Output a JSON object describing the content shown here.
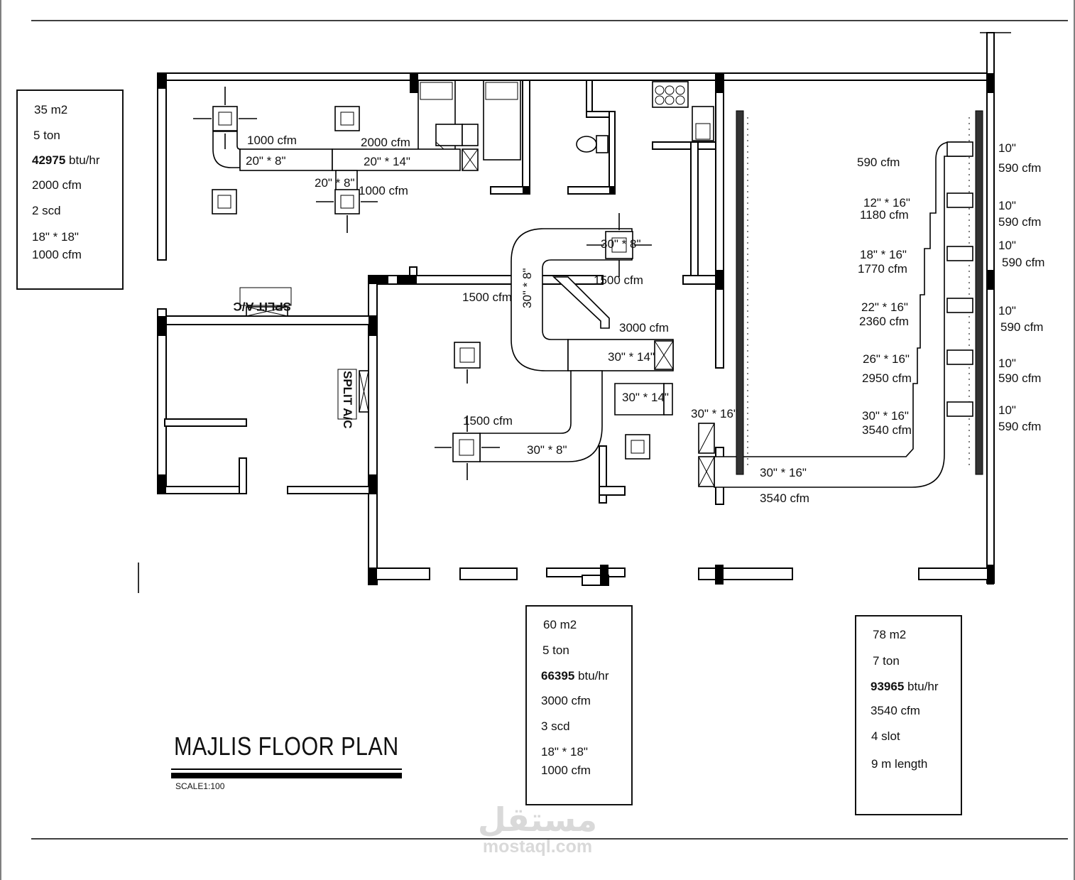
{
  "drawing": {
    "title": "MAJLIS FLOOR PLAN",
    "scale": "SCALE1:100"
  },
  "rooms": [
    {
      "area": "35 m2",
      "tonnage": "5 ton",
      "load_value": "42975",
      "load_unit": "btu/hr",
      "airflow": "2000 cfm",
      "diffusers": "2 scd",
      "diffuser_size": "18\" * 18\"",
      "diffuser_cfm": "1000 cfm"
    },
    {
      "area": "60 m2",
      "tonnage": "5 ton",
      "load_value": "66395",
      "load_unit": "btu/hr",
      "airflow": "3000 cfm",
      "diffusers": "3 scd",
      "diffuser_size": "18\" * 18\"",
      "diffuser_cfm": "1000 cfm"
    },
    {
      "area": "78 m2",
      "tonnage": "7 ton",
      "load_value": "93965",
      "load_unit": "btu/hr",
      "airflow": "3540 cfm",
      "diffusers": "4 slot",
      "length": "9 m length"
    }
  ],
  "plan_labels": {
    "r1_cfm_a": "1000 cfm",
    "r1_cfm_b": "2000 cfm",
    "r1_duct_a": "20\" * 8\"",
    "r1_duct_b": "20\" * 14\"",
    "r1_duct_c": "20\" * 8\"",
    "r1_cfm_c": "1000 cfm",
    "split_top": "SPLIT A/C",
    "split_side": "SPLIT A/C",
    "r2_duct_top": "30\" * 8\"",
    "r2_cfm_top": "1500 cfm",
    "r2_duct_vert": "30\" * 8\"",
    "r2_cfm_left": "1500 cfm",
    "r2_cfm_main": "3000 cfm",
    "r2_duct_main": "30\" * 14\"",
    "r2_duct_main2": "30\" * 14\"",
    "r2_cfm_low": "1500 cfm",
    "r2_duct_low": "30\" * 8\"",
    "r3_cfm_top": "590 cfm",
    "r3_s1_size": "12\" * 16\"",
    "r3_s1_cfm": "1180 cfm",
    "r3_s2_size": "18\" * 16\"",
    "r3_s2_cfm": "1770 cfm",
    "r3_s3_size": "22\" * 16\"",
    "r3_s3_cfm": "2360 cfm",
    "r3_s4_size": "26\" * 16\"",
    "r3_s4_cfm": "2950 cfm",
    "r3_s5_size": "30\" * 16\"",
    "r3_s5_cfm": "3540 cfm",
    "r3_unit_size": "30\" * 16\"",
    "r3_main_size": "30\" * 16\"",
    "r3_main_cfm": "3540 cfm"
  },
  "outlets": [
    {
      "size": "10\"",
      "cfm": "590 cfm"
    },
    {
      "size": "10\"",
      "cfm": "590 cfm"
    },
    {
      "size": "10\"",
      "cfm": "590 cfm"
    },
    {
      "size": "10\"",
      "cfm": "590 cfm"
    },
    {
      "size": "10\"",
      "cfm": "590 cfm"
    },
    {
      "size": "10\"",
      "cfm": "590 cfm"
    }
  ],
  "watermark": {
    "arabic": "مستقل",
    "latin": "mostaql.com"
  }
}
